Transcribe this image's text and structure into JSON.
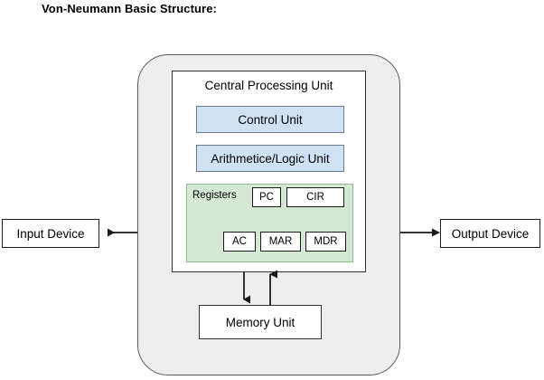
{
  "page": {
    "title": "Von-Neumann Basic Structure:"
  },
  "diagram": {
    "system_shell": {
      "name": "system-shell",
      "fill": "#eeeeee",
      "stroke": "#5a5a5a"
    },
    "cpu": {
      "label": "Central Processing Unit",
      "fill": "#ffffff",
      "stroke": "#333333",
      "units": [
        {
          "label": "Control Unit",
          "fill": "#cfe2f3",
          "stroke": "#6b7a86"
        },
        {
          "label": "Arithmetice/Logic Unit",
          "fill": "#cfe2f3",
          "stroke": "#6b7a86"
        }
      ],
      "registers": {
        "label": "Registers",
        "fill": "#d5e8d4",
        "stroke": "#8fbc8f",
        "row_top": [
          {
            "label": "PC"
          },
          {
            "label": "CIR"
          }
        ],
        "row_bottom": [
          {
            "label": "AC"
          },
          {
            "label": "MAR"
          },
          {
            "label": "MDR"
          }
        ]
      }
    },
    "memory": {
      "label": "Memory Unit",
      "fill": "#ffffff",
      "stroke": "#333333"
    },
    "input_device": {
      "label": "Input Device",
      "fill": "#ffffff",
      "stroke": "#1a1a1a"
    },
    "output_device": {
      "label": "Output Device",
      "fill": "#ffffff",
      "stroke": "#1a1a1a"
    },
    "connectors": [
      {
        "name": "cpu-to-input-arrow",
        "direction": "left"
      },
      {
        "name": "cpu-to-output-arrow",
        "direction": "right"
      },
      {
        "name": "cpu-to-memory-arrow",
        "direction": "down"
      },
      {
        "name": "memory-to-cpu-arrow",
        "direction": "up"
      }
    ],
    "colors": {
      "background": "#ffffff",
      "unit_blue": "#cfe2f3",
      "registers_green": "#d5e8d4",
      "shell_gray": "#eeeeee",
      "line": "#1a1a1a"
    }
  }
}
